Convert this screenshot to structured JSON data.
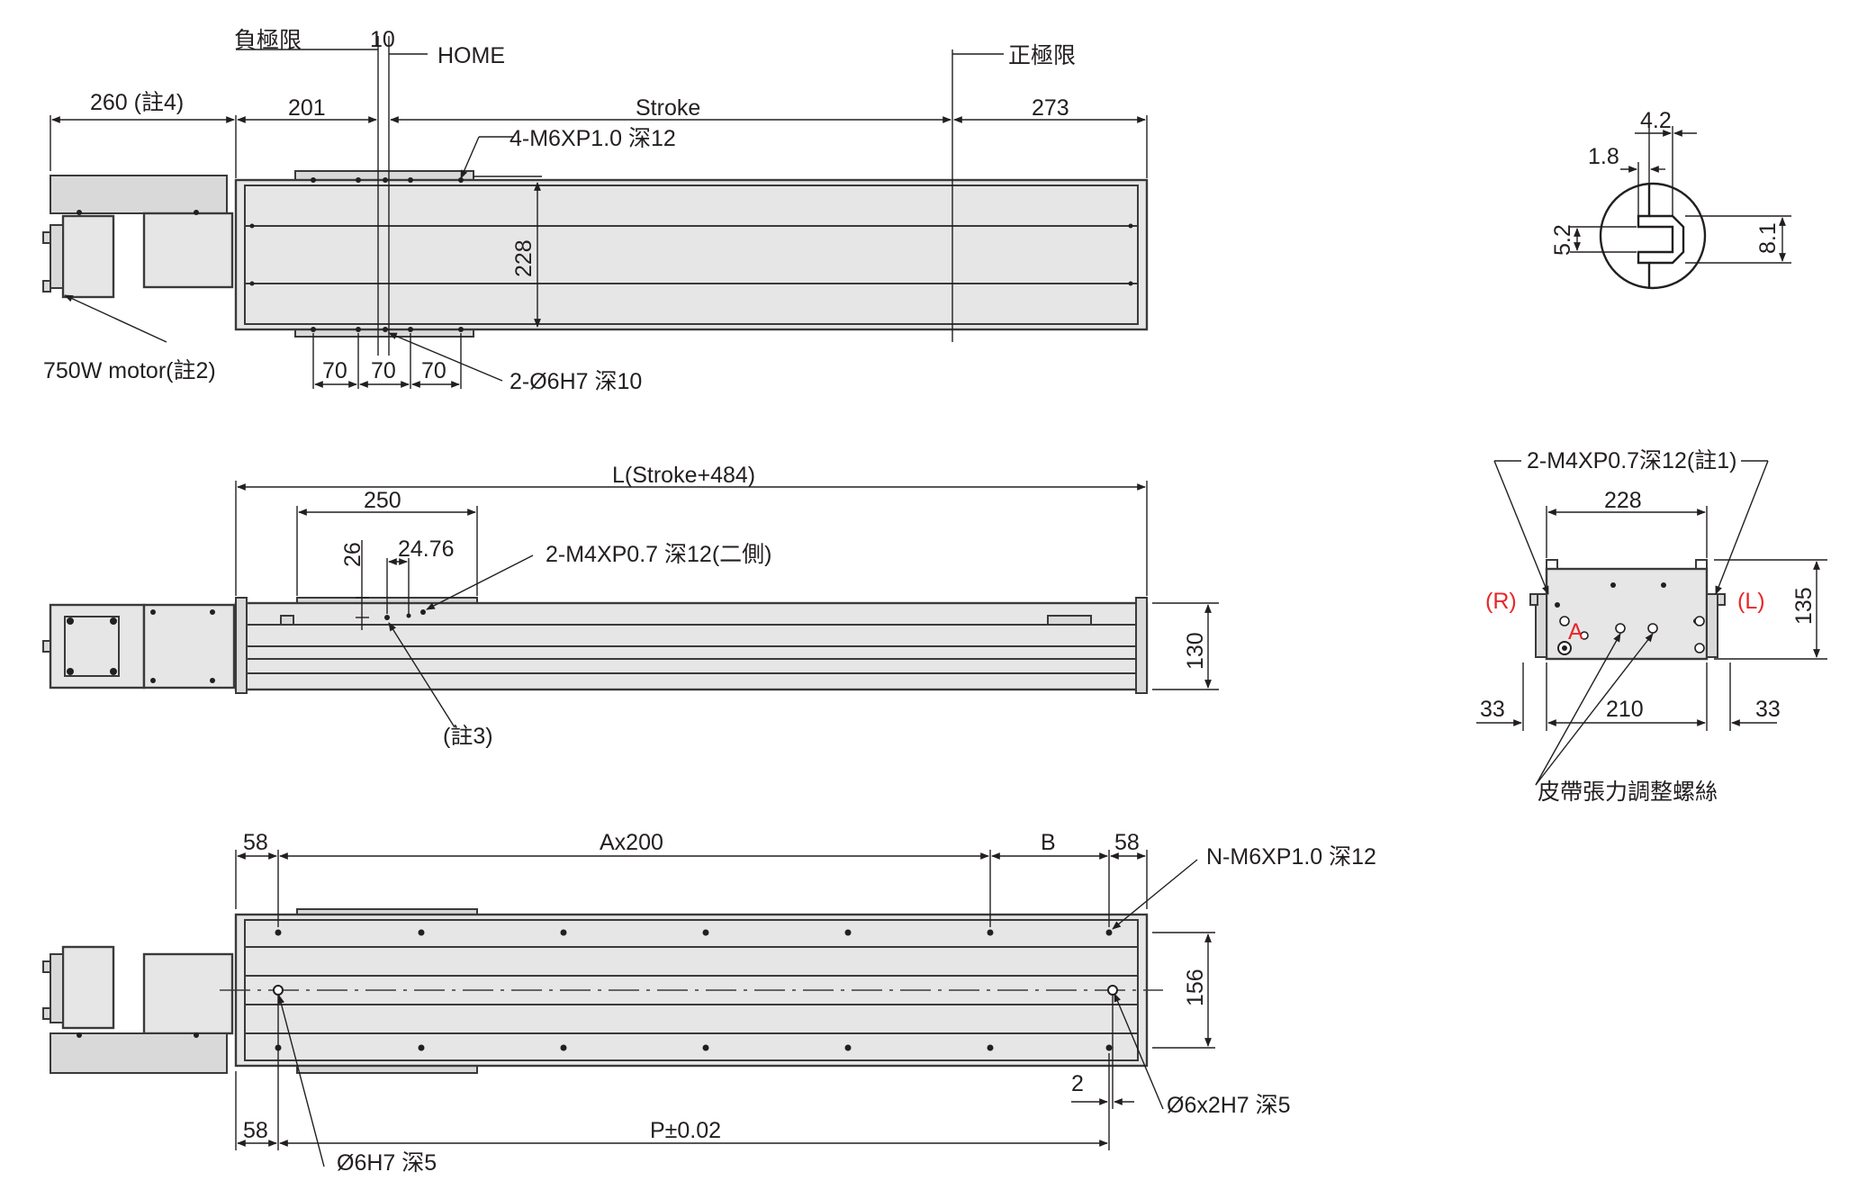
{
  "top_view": {
    "neg_limit": "負極限",
    "home_offset": "10",
    "home": "HOME",
    "pos_limit": "正極限",
    "motor_length": "260 (註4)",
    "dim_201": "201",
    "stroke": "Stroke",
    "dim_273": "273",
    "tap_note": "4-M6XP1.0 深12",
    "height_228": "228",
    "motor_note": "750W motor(註2)",
    "pitch_1": "70",
    "pitch_2": "70",
    "pitch_3": "70",
    "pin_note": "2-Ø6H7 深10"
  },
  "side_view": {
    "total_length": "L(Stroke+484)",
    "carriage_250": "250",
    "dim_26": "26",
    "dim_24_76": "24.76",
    "tap_note": "2-M4XP0.7 深12(二側)",
    "note_3": "(註3)",
    "height_130": "130"
  },
  "bottom_view": {
    "dim_58_left": "58",
    "ax200": "Ax200",
    "dim_b": "B",
    "dim_58_right": "58",
    "tap_note": "N-M6XP1.0 深12",
    "width_156": "156",
    "dim_2": "2",
    "pin_right": "Ø6x2H7 深5",
    "dim_58_bottom": "58",
    "pitch_p": "P±0.02",
    "pin_left": "Ø6H7 深5"
  },
  "pin_detail": {
    "dim_4_2": "4.2",
    "dim_1_8": "1.8",
    "dim_5_2": "5.2",
    "dim_8_1": "8.1"
  },
  "end_view": {
    "tap_note": "2-M4XP0.7深12(註1)",
    "width_228": "228",
    "label_r": "(R)",
    "label_l": "(L)",
    "label_a": "A",
    "height_135": "135",
    "dim_33_left": "33",
    "dim_210": "210",
    "dim_33_right": "33",
    "belt_note": "皮帶張力調整螺絲"
  },
  "colors": {
    "line": "#231f20",
    "highlight": "#e8262a",
    "body_fill": "#e6e6e6"
  }
}
